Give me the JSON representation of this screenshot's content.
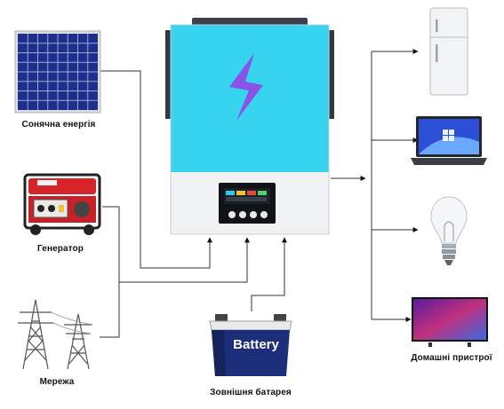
{
  "sources": {
    "solar": {
      "label": "Сонячна енергія",
      "icon": "solar-panel-icon"
    },
    "generator": {
      "label": "Генератор",
      "icon": "generator-icon"
    },
    "grid": {
      "label": "Мережа",
      "icon": "power-pylon-icon"
    }
  },
  "battery": {
    "label": "Зовнішня батарея",
    "text": "Battery",
    "icon": "battery-icon"
  },
  "inverter": {
    "icon": "inverter-icon",
    "colors": {
      "top": "#37d4ef",
      "bottom": "#f3f4f6",
      "logo": "#8a52e6"
    }
  },
  "loads": {
    "label": "Домашні пристрої",
    "items": [
      {
        "icon": "refrigerator-icon"
      },
      {
        "icon": "laptop-icon"
      },
      {
        "icon": "light-bulb-icon"
      },
      {
        "icon": "television-icon"
      }
    ]
  }
}
